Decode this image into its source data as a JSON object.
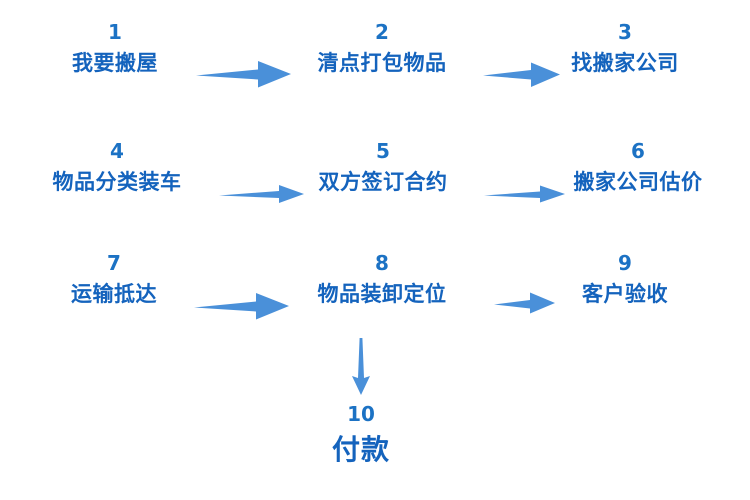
{
  "diagram": {
    "title_text": "",
    "background_color": "#ffffff",
    "number_color": "#1c72c4",
    "label_color": "#1463bd",
    "arrow_color": "#4a90d9",
    "steps": [
      {
        "number": "1",
        "label": "我要搬屋"
      },
      {
        "number": "2",
        "label": "清点打包物品"
      },
      {
        "number": "3",
        "label": "找搬家公司"
      },
      {
        "number": "4",
        "label": "物品分类装车"
      },
      {
        "number": "5",
        "label": "双方签订合约"
      },
      {
        "number": "6",
        "label": "搬家公司估价"
      },
      {
        "number": "7",
        "label": "运输抵达"
      },
      {
        "number": "8",
        "label": "物品装卸定位"
      },
      {
        "number": "9",
        "label": "客户验收"
      },
      {
        "number": "10",
        "label": "付款"
      }
    ],
    "connectors": [
      {
        "from": "1",
        "to": "2",
        "direction": "right"
      },
      {
        "from": "2",
        "to": "3",
        "direction": "right"
      },
      {
        "from": "4",
        "to": "5",
        "direction": "right"
      },
      {
        "from": "5",
        "to": "6",
        "direction": "right"
      },
      {
        "from": "7",
        "to": "8",
        "direction": "right"
      },
      {
        "from": "8",
        "to": "9",
        "direction": "right"
      },
      {
        "from": "8",
        "to": "10",
        "direction": "down"
      }
    ]
  }
}
